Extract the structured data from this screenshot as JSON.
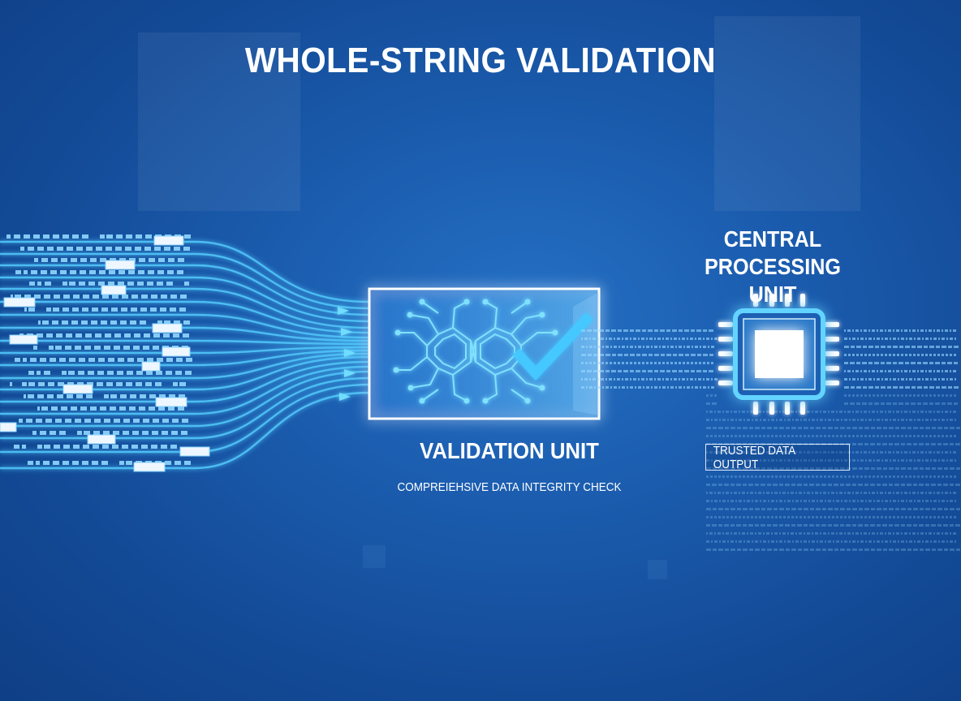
{
  "title": "WHOLE-STRING VALIDATION",
  "validation_unit": {
    "label": "VALIDATION UNIT",
    "subtitle": "COMPREIEHSIVE DATA INTEGRITY CHECK"
  },
  "cpu": {
    "label_line1": "CENTRAL PROCESSING",
    "label_line2": "UNIT"
  },
  "output": {
    "label": "TRUSTED DATA OUTPUT"
  },
  "colors": {
    "background": "#1b5cae",
    "stream": "#4fc3f7",
    "glow": "#8fe3ff",
    "text": "#ffffff"
  },
  "icons": [
    "circuit-infinity-icon",
    "checkmark-icon",
    "cpu-chip-icon",
    "arrow-icon"
  ]
}
